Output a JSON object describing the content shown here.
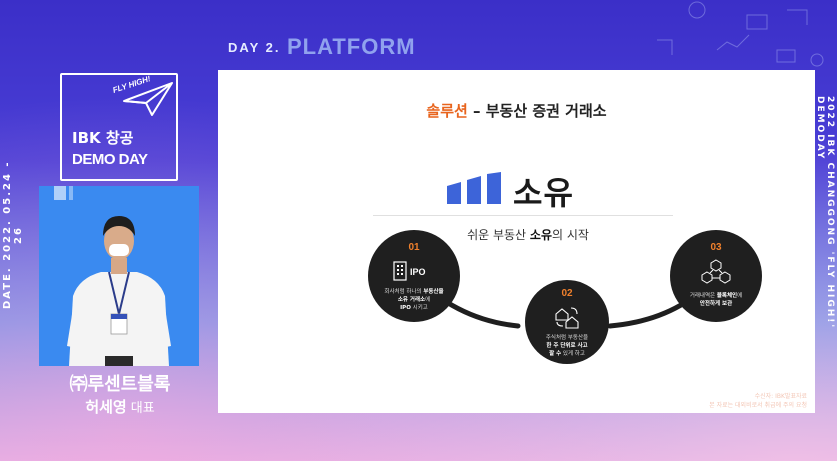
{
  "header": {
    "day_label": "DAY 2.",
    "section_label": "PLATFORM"
  },
  "side_text": {
    "left": "DATE. 2022. 05.24 - 26",
    "right": "2022 IBK CHANGGONG 'FLY HIGH!' DEMODAY"
  },
  "logo": {
    "tagline": "FLY HIGH!",
    "line1": "IBK 창공",
    "line2": "DEMO DAY"
  },
  "presenter": {
    "company": "㈜루센트블록",
    "name": "허세영",
    "role": "대표"
  },
  "slide": {
    "title_accent": "솔루션",
    "title_rest": " – 부동산 증권 거래소",
    "brand_name": "소유",
    "tagline_pre": "쉬운 부동산 ",
    "tagline_bold": "소유",
    "tagline_post": "의 시작",
    "steps": [
      {
        "number": "01",
        "icon_label": "IPO",
        "text_a": "회사처럼 하나의 ",
        "text_b": "부동산을",
        "text_c": "소유 거래소",
        "text_d": "에",
        "text_e": "IPO",
        "text_f": " 시키고"
      },
      {
        "number": "02",
        "text_a": "주식처럼 부동산을",
        "text_b": "한 주 단위로 사고",
        "text_c": "팔 수",
        "text_d": " 있게 하고"
      },
      {
        "number": "03",
        "text_a": "거래내역은 ",
        "text_b": "블록체인",
        "text_c": "에",
        "text_d": "안전하게 보관"
      }
    ],
    "footnote_line1": "수신자: IBK발표자료",
    "footnote_line2": "본 자료는 대외비로서 취급에 주의 요청"
  },
  "colors": {
    "accent": "#e8641d",
    "brand_blue": "#3d64d9",
    "circle_fill": "#1f1f1f"
  }
}
